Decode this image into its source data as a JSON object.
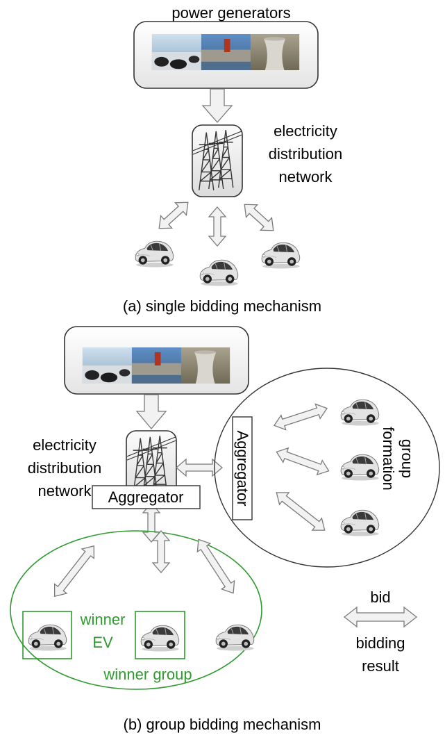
{
  "part_a": {
    "top_label": "power generators",
    "network_label": [
      "electricity",
      "distribution",
      "network"
    ],
    "caption": "(a) single bidding mechanism"
  },
  "part_b": {
    "network_label": [
      "electricity",
      "distribution",
      "network"
    ],
    "aggregator_right": "Aggregator",
    "group_label": [
      "group",
      "formation"
    ],
    "aggregator_bottom": "Aggregator",
    "winner_ev": [
      "winner",
      "EV"
    ],
    "winner_group": "winner group",
    "legend_top": "bid",
    "legend_bottom": [
      "bidding",
      "result"
    ],
    "caption": "(b) group bidding mechanism"
  },
  "colors": {
    "winner": "#2e9a2e",
    "arrow_fill": "#f2f2f2",
    "arrow_stroke": "#7a7a7a"
  },
  "icons": {
    "generators": "power-plant-photos",
    "tower": "transmission-tower-icon",
    "vehicle": "car-icon"
  }
}
